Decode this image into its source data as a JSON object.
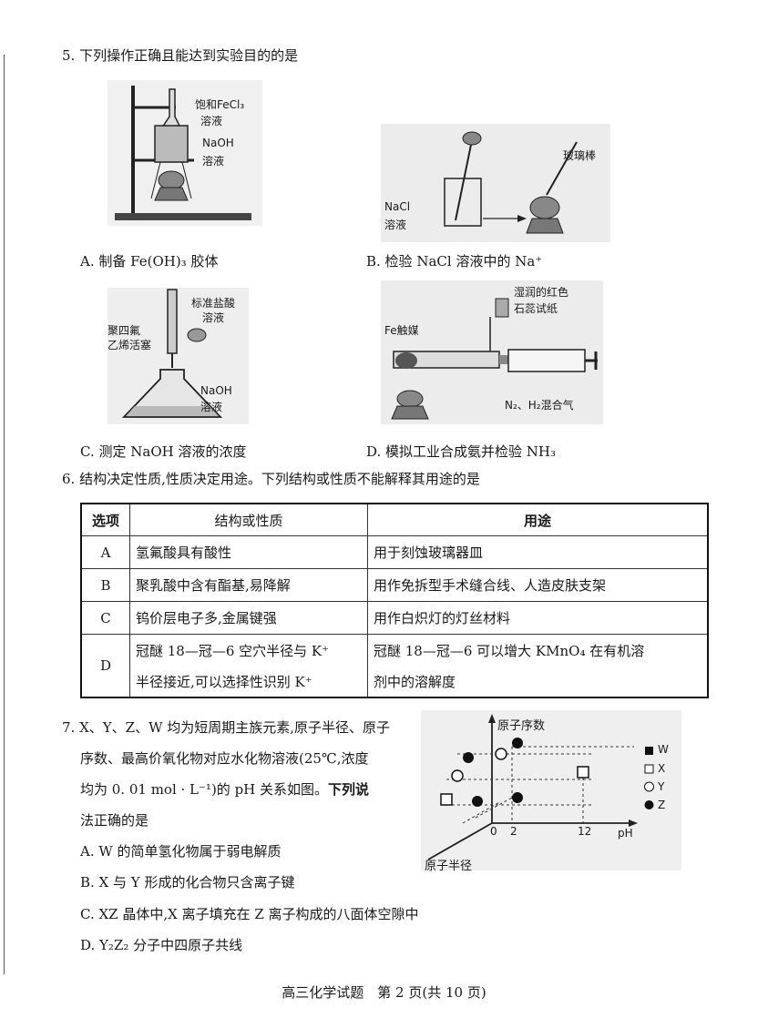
{
  "q5": {
    "stem": "5. 下列操作正确且能达到实验目的的是",
    "A": {
      "caption": "A. 制备 Fe(OH)₃ 胶体",
      "label1": "饱和FeCl₃",
      "label2": "溶液",
      "label3": "NaOH",
      "label4": "溶液"
    },
    "B": {
      "caption": "B. 检验 NaCl 溶液中的 Na⁺",
      "label_rod": "玻璃棒",
      "label_sol1": "NaCl",
      "label_sol2": "溶液"
    },
    "C": {
      "caption": "C. 测定 NaOH 溶液的浓度",
      "label1": "标准盐酸",
      "label2": "溶液",
      "label3": "聚四氟",
      "label4": "乙烯活塞",
      "label5": "NaOH",
      "label6": "溶液"
    },
    "D": {
      "caption": "D. 模拟工业合成氨并检验 NH₃",
      "label1": "湿润的红色",
      "label2": "石蕊试纸",
      "label3": "Fe触媒",
      "label4": "N₂、H₂混合气"
    }
  },
  "q6": {
    "stem": "6. 结构决定性质,性质决定用途。下列结构或性质不能解释其用途的是",
    "headers": [
      "选项",
      "结构或性质",
      "用途"
    ],
    "rows": [
      {
        "opt": "A",
        "prop": "氢氟酸具有酸性",
        "use": "用于刻蚀玻璃器皿"
      },
      {
        "opt": "B",
        "prop": "聚乳酸中含有酯基,易降解",
        "use": "用作免拆型手术缝合线、人造皮肤支架"
      },
      {
        "opt": "C",
        "prop": "钨价层电子多,金属键强",
        "use": "用作白炽灯的灯丝材料"
      },
      {
        "opt": "D",
        "prop1": "冠醚 18—冠—6 空穴半径与 K⁺",
        "prop2": "半径接近,可以选择性识别 K⁺",
        "use1": "冠醚 18—冠—6 可以增大 KMnO₄ 在有机溶",
        "use2": "剂中的溶解度"
      }
    ]
  },
  "q7": {
    "line1": "7. X、Y、Z、W 均为短周期主族元素,原子半径、原子",
    "line2": "序数、最高价氧化物对应水化物溶液(25℃,浓度",
    "line3a": "均为 0. 01 mol · L⁻¹)的 pH 关系如图。",
    "line3b": "下列说",
    "line4": "法正确的是",
    "options": [
      "A. W 的简单氢化物属于弱电解质",
      "B. X 与 Y 形成的化合物只含离子键",
      "C. XZ 晶体中,X 离子填充在 Z 离子构成的八面体空隙中",
      "D. Y₂Z₂ 分子中四原子共线"
    ],
    "chart": {
      "axis_y": "原子序数",
      "axis_x": "pH",
      "axis_z": "原子半径",
      "tick0": "0",
      "tick2": "2",
      "tick12": "12",
      "legend": [
        "W",
        "X",
        "Y",
        "Z"
      ]
    }
  },
  "footer": "高三化学试题　第 2 页(共 10 页)"
}
